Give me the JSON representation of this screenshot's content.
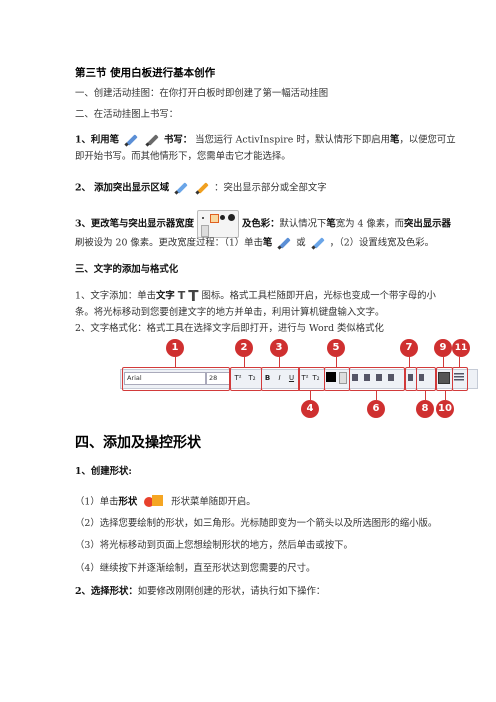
{
  "section_title": "第三节  使用白板进行基本创作",
  "lines": {
    "l1": "一、创建活动挂图：在你打开白板时即创建了第一幅活动挂图",
    "l2": "二、在活动挂图上书写：",
    "p1a_bold": "1、利用笔",
    "p1b_bold": "书写：",
    "p1c": "当您运行   ActivInspire   时，默认情形下即启用",
    "p1d_bold": "笔",
    "p1e": "，以便您可立",
    "p1f": "即开始书写。而其他情形下，您需单击它才能选择。",
    "p2a_bold": "2、 添加突出显示区域",
    "p2b": "：突出显示部分或全部文字",
    "p3a_bold": "3、更改笔与突出显示器宽度",
    "p3b_bold": "及色彩：",
    "p3c": "默认情况下",
    "p3d_bold": "笔",
    "p3e": "宽为   4   像素，而",
    "p3f_bold": "突出显示器",
    "p3g": "刷被设为   20   像素。更改宽度过程：（1）单击",
    "p3h_bold": "笔",
    "p3i": "或",
    "p3j": "，（2）设置线宽及色彩。",
    "h3": "三、文字的添加与格式化",
    "t1a": "1、文字添加：单击",
    "t1b_bold": "文字",
    "t1c": "图标。格式工具栏随即开启，光标也变成一个带字母的小",
    "t1d": "条。将光标移动到您要创建文字的地方并单击，利用计算机键盘输入文字。",
    "t2": "2、文字格式化：格式工具在选择文字后即打开，进行与 Word 类似格式化",
    "h4": "四、添加及操控形状",
    "s1": "1、创建形状:",
    "s2a": "（1）单击",
    "s2b_bold": "形状",
    "s2c": "形状菜单随即开启。",
    "s3": "（2）选择您要绘制的形状，如三角形。光标随即变为一个箭头以及所选图形的缩小版。",
    "s4": "（3）将光标移动到页面上您想绘制形状的地方，然后单击或按下。",
    "s5": "（4）继续按下并逐渐绘制，直至形状达到您需要的尺寸。",
    "s6a_bold": "2、选择形状：",
    "s6b": "如要修改刚刚创建的形状，请执行如下操作："
  },
  "toolbar": {
    "font_name": "Arial",
    "font_size": "28",
    "bold": "B",
    "italic": "I",
    "underline": "U",
    "superscript": "T²",
    "subscript": "T₂",
    "callouts": [
      "1",
      "2",
      "3",
      "4",
      "5",
      "6",
      "7",
      "8",
      "9",
      "10",
      "11"
    ]
  },
  "icons": {
    "text_icon_small": "T",
    "text_icon_large": "T"
  }
}
